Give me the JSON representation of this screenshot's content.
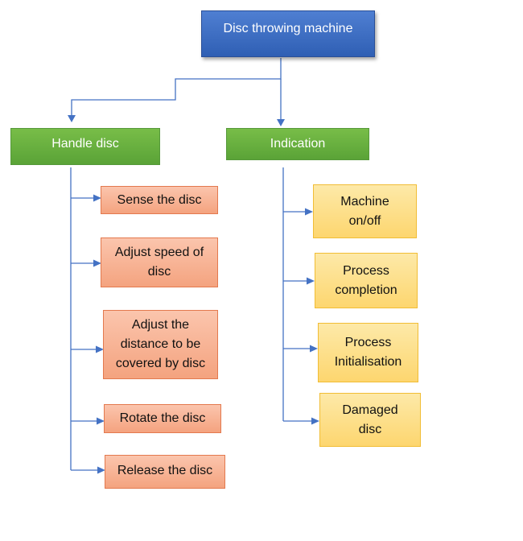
{
  "root": {
    "label": "Disc throwing machine"
  },
  "branches": {
    "handle": {
      "label": "Handle disc",
      "items": [
        "Sense the disc",
        "Adjust speed of disc",
        "Adjust the distance to be covered by disc",
        "Rotate the disc",
        "Release the disc"
      ]
    },
    "indication": {
      "label": "Indication",
      "items": [
        "Machine on/off",
        "Process completion",
        "Process Initialisation",
        "Damaged disc"
      ]
    }
  },
  "colors": {
    "root": "#4472c4",
    "branch": "#70ad47",
    "handle_items": "#f4b183",
    "indication_items": "#ffd966",
    "connector": "#4472c4"
  }
}
